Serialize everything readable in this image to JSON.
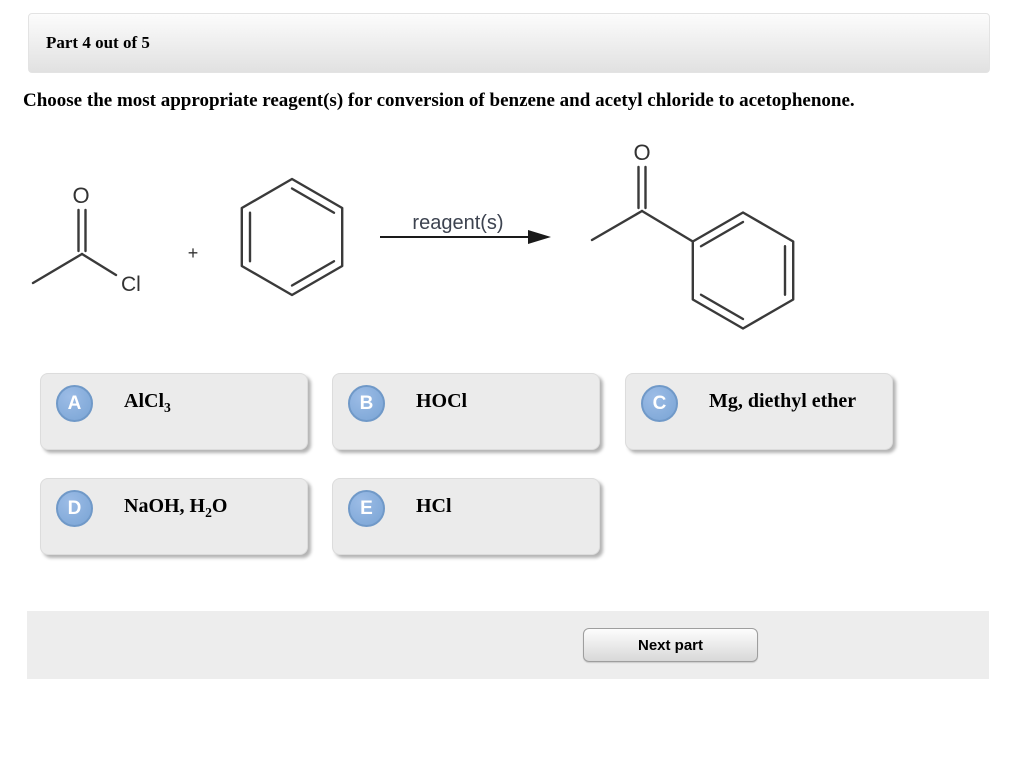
{
  "header": {
    "title": "Part 4 out of 5"
  },
  "question": {
    "text": "Choose the most appropriate reagent(s) for conversion of benzene and acetyl chloride to acetophenone."
  },
  "scheme": {
    "acetyl_chloride": {
      "oxygen_label": "O",
      "chlorine_label": "Cl"
    },
    "plus_sign": "+",
    "arrow_label": "reagent(s)",
    "acetophenone": {
      "oxygen_label": "O"
    }
  },
  "options": [
    {
      "letter": "A",
      "segments": [
        {
          "t": "AlCl"
        },
        {
          "t": "3",
          "sub": true
        }
      ]
    },
    {
      "letter": "B",
      "segments": [
        {
          "t": "HOCl"
        }
      ]
    },
    {
      "letter": "C",
      "segments": [
        {
          "t": "Mg, diethyl ether"
        }
      ]
    },
    {
      "letter": "D",
      "segments": [
        {
          "t": "NaOH, H"
        },
        {
          "t": "2",
          "sub": true
        },
        {
          "t": "O"
        }
      ]
    },
    {
      "letter": "E",
      "segments": [
        {
          "t": "HCl"
        }
      ]
    }
  ],
  "footer": {
    "next_button_label": "Next part"
  },
  "colors": {
    "badge_fill": "#8db2e0",
    "badge_border": "#7099c8",
    "card_background": "#ebebeb",
    "footer_background": "#ededed",
    "header_gradient_bottom": "#e1e1e1",
    "structure_stroke": "#3a3a3a",
    "arrow_label_color": "#3d4350"
  }
}
